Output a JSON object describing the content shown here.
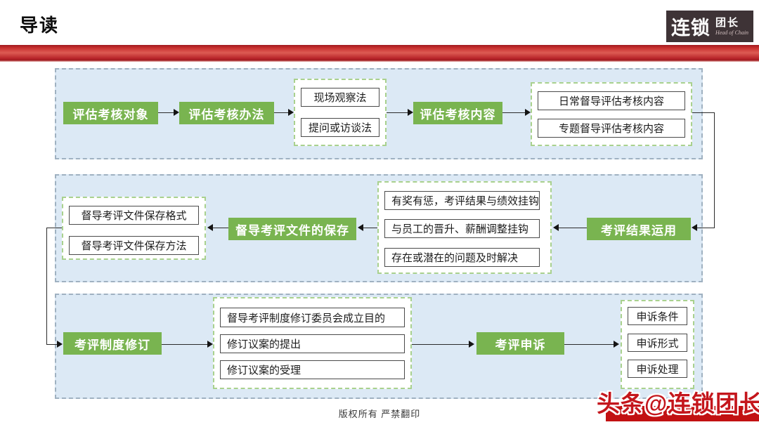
{
  "slide": {
    "title": "导读",
    "logo": {
      "name_cn": "连锁",
      "name_cn2": "团长",
      "name_en": "Head of Chain"
    },
    "copyright": "版权所有 严禁翻印",
    "watermark": "头条@连锁团长"
  },
  "flow": {
    "row1": {
      "node_target": "评估考核对象",
      "node_method": "评估考核办法",
      "methods": [
        "现场观察法",
        "提问或访谈法"
      ],
      "node_content": "评估考核内容",
      "contents": [
        "日常督导评估考核内容",
        "专题督导评估考核内容"
      ]
    },
    "row2": {
      "node_results": "考评结果运用",
      "results": [
        "有奖有惩，考评结果与绩效挂钩",
        "与员工的晋升、薪酬调整挂钩",
        "存在或潜在的问题及时解决"
      ],
      "node_save": "督导考评文件的保存",
      "saves": [
        "督导考评文件保存格式",
        "督导考评文件保存方法"
      ]
    },
    "row3": {
      "node_revision": "考评制度修订",
      "revisions": [
        "督导考评制度修订委员会成立目的",
        "修订议案的提出",
        "修订议案的受理"
      ],
      "node_appeal": "考评申诉",
      "appeals": [
        "申诉条件",
        "申诉形式",
        "申诉处理"
      ]
    }
  },
  "colors": {
    "accent_green": "#79b450",
    "bar_red": "#c0262b",
    "panel_blue": "#dce9f5",
    "watermark_red": "#c4161c",
    "logo_bg": "#3e3336"
  }
}
